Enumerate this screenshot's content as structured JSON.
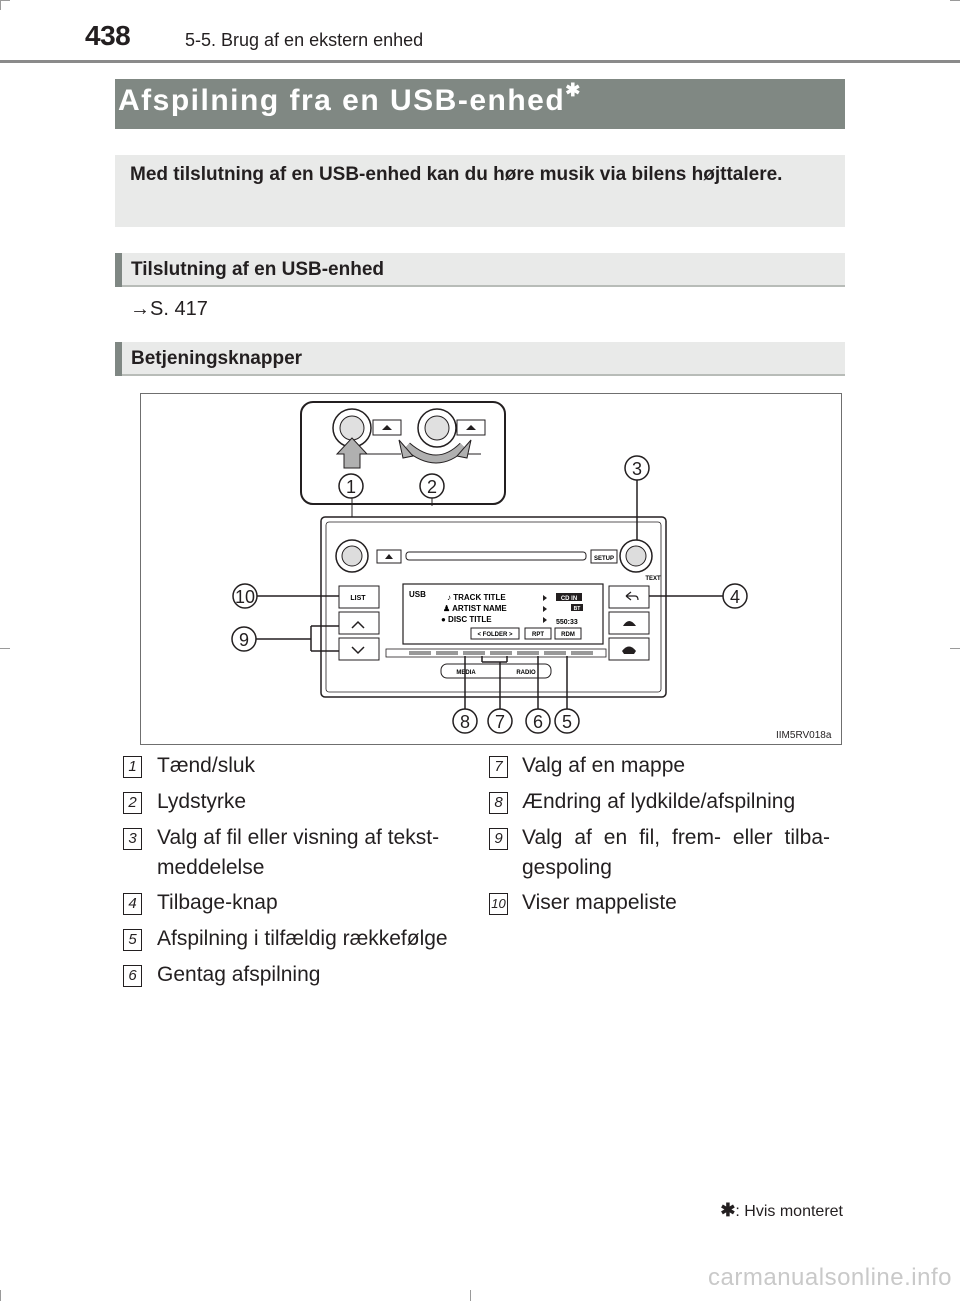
{
  "header": {
    "page_number": "438",
    "section": "5-5. Brug af en ekstern enhed"
  },
  "title": {
    "text": "Afspilning fra en USB-enhed",
    "star": "✱"
  },
  "intro": "Med tilslutning af en USB-enhed kan du høre musik via bilens højttalere.",
  "sections": {
    "connection": {
      "heading": "Tilslutning af en USB-enhed",
      "reference": "→S. 417"
    },
    "controls": {
      "heading": "Betjeningsknapper"
    }
  },
  "figure": {
    "caption": "IIM5RV018a",
    "panel_labels": {
      "list": "LIST",
      "setup": "SETUP",
      "text": "TEXT",
      "media": "MEDIA",
      "radio": "RADIO",
      "usb": "USB",
      "track": "TRACK TITLE",
      "artist": "ARTIST NAME",
      "disc": "DISC TITLE",
      "folder": "FOLDER",
      "rpt": "RPT",
      "rdm": "RDM",
      "time": "550:33",
      "cdin": "CD IN",
      "bt": "BT"
    },
    "callouts": [
      "1",
      "2",
      "3",
      "4",
      "5",
      "6",
      "7",
      "8",
      "9",
      "10"
    ]
  },
  "items_left": [
    {
      "num": "1",
      "lines": [
        "Tænd/sluk"
      ]
    },
    {
      "num": "2",
      "lines": [
        "Lydstyrke"
      ]
    },
    {
      "num": "3",
      "lines": [
        "Valg af fil eller visning af tekst-",
        "meddelelse"
      ]
    },
    {
      "num": "4",
      "lines": [
        "Tilbage-knap"
      ]
    },
    {
      "num": "5",
      "lines": [
        "Afspilning i tilfældig rækkefølge"
      ]
    },
    {
      "num": "6",
      "lines": [
        "Gentag afspilning"
      ]
    }
  ],
  "items_right": [
    {
      "num": "7",
      "lines": [
        "Valg af en mappe"
      ]
    },
    {
      "num": "8",
      "lines": [
        "Ændring af lydkilde/afspilning"
      ]
    },
    {
      "num": "9",
      "lines": [
        "Valg af en fil, frem- eller tilba-",
        "gespoling"
      ]
    },
    {
      "num": "10",
      "lines": [
        "Viser mappeliste"
      ]
    }
  ],
  "footnote": {
    "star": "✱",
    "text": ": Hvis monteret"
  },
  "watermark": "carmanualsonline.info"
}
